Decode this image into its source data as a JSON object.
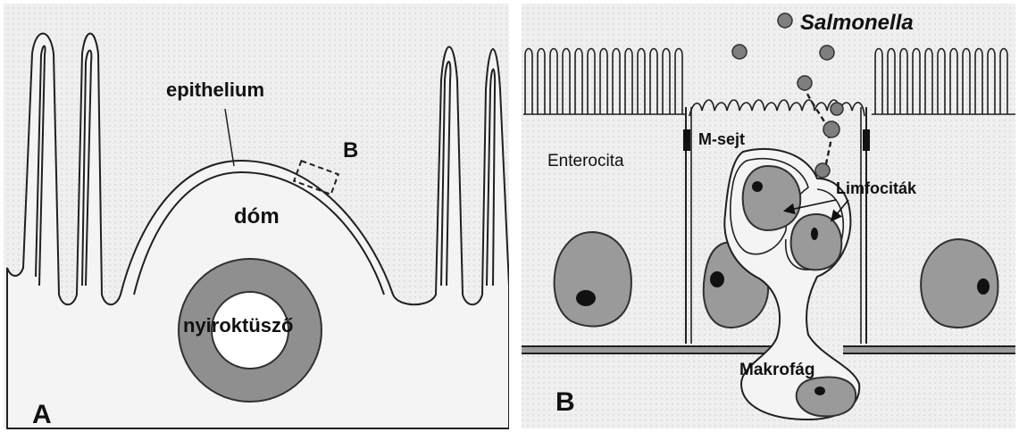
{
  "panel_a": {
    "panel_label": "A",
    "epithelium_label": "epithelium",
    "dome_label": "dóm",
    "zoom_box_label": "B",
    "follicle_label": "nyiroktüsző"
  },
  "panel_b": {
    "panel_label": "B",
    "bacteria_label": "Salmonella",
    "m_cell_label": "M-sejt",
    "enterocyte_label": "Enterocita",
    "lymphocytes_label": "Limfociták",
    "macrophage_label": "Makrofág"
  },
  "colors": {
    "background": "#ececec",
    "outline": "#202020",
    "nucleus_fill": "#9a9a9a",
    "follicle_fill": "#8f8f8f",
    "bacteria_fill": "#7f7f7f"
  }
}
